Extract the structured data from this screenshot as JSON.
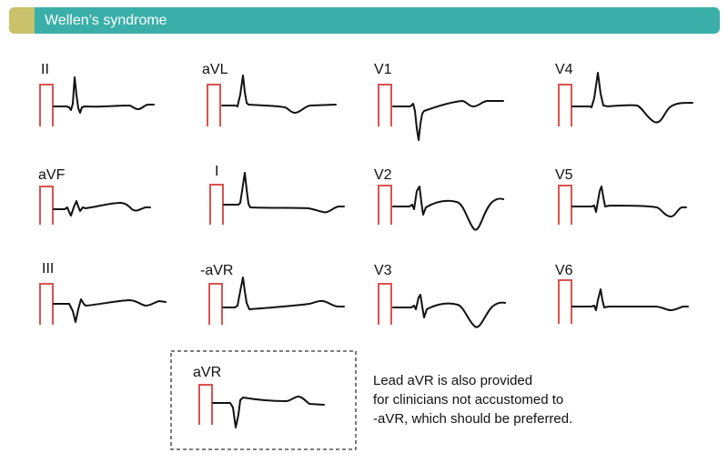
{
  "header": {
    "title": "Wellen’s syndrome",
    "bar_color": "#3aafaa",
    "accent_color": "#c9c26a"
  },
  "colors": {
    "calibration": "#d9534f",
    "trace": "#111111"
  },
  "leads": {
    "ii": "II",
    "avl": "aVL",
    "v1": "V1",
    "v4": "V4",
    "avf": "aVF",
    "i": "I",
    "v2": "V2",
    "v5": "V5",
    "iii": "III",
    "neg_avr": "-aVR",
    "v3": "V3",
    "v6": "V6",
    "avr": "aVR"
  },
  "note": {
    "line1": "Lead aVR is also provided",
    "line2": "for clinicians not accustomed to",
    "line3": "-aVR, which should be preferred."
  }
}
